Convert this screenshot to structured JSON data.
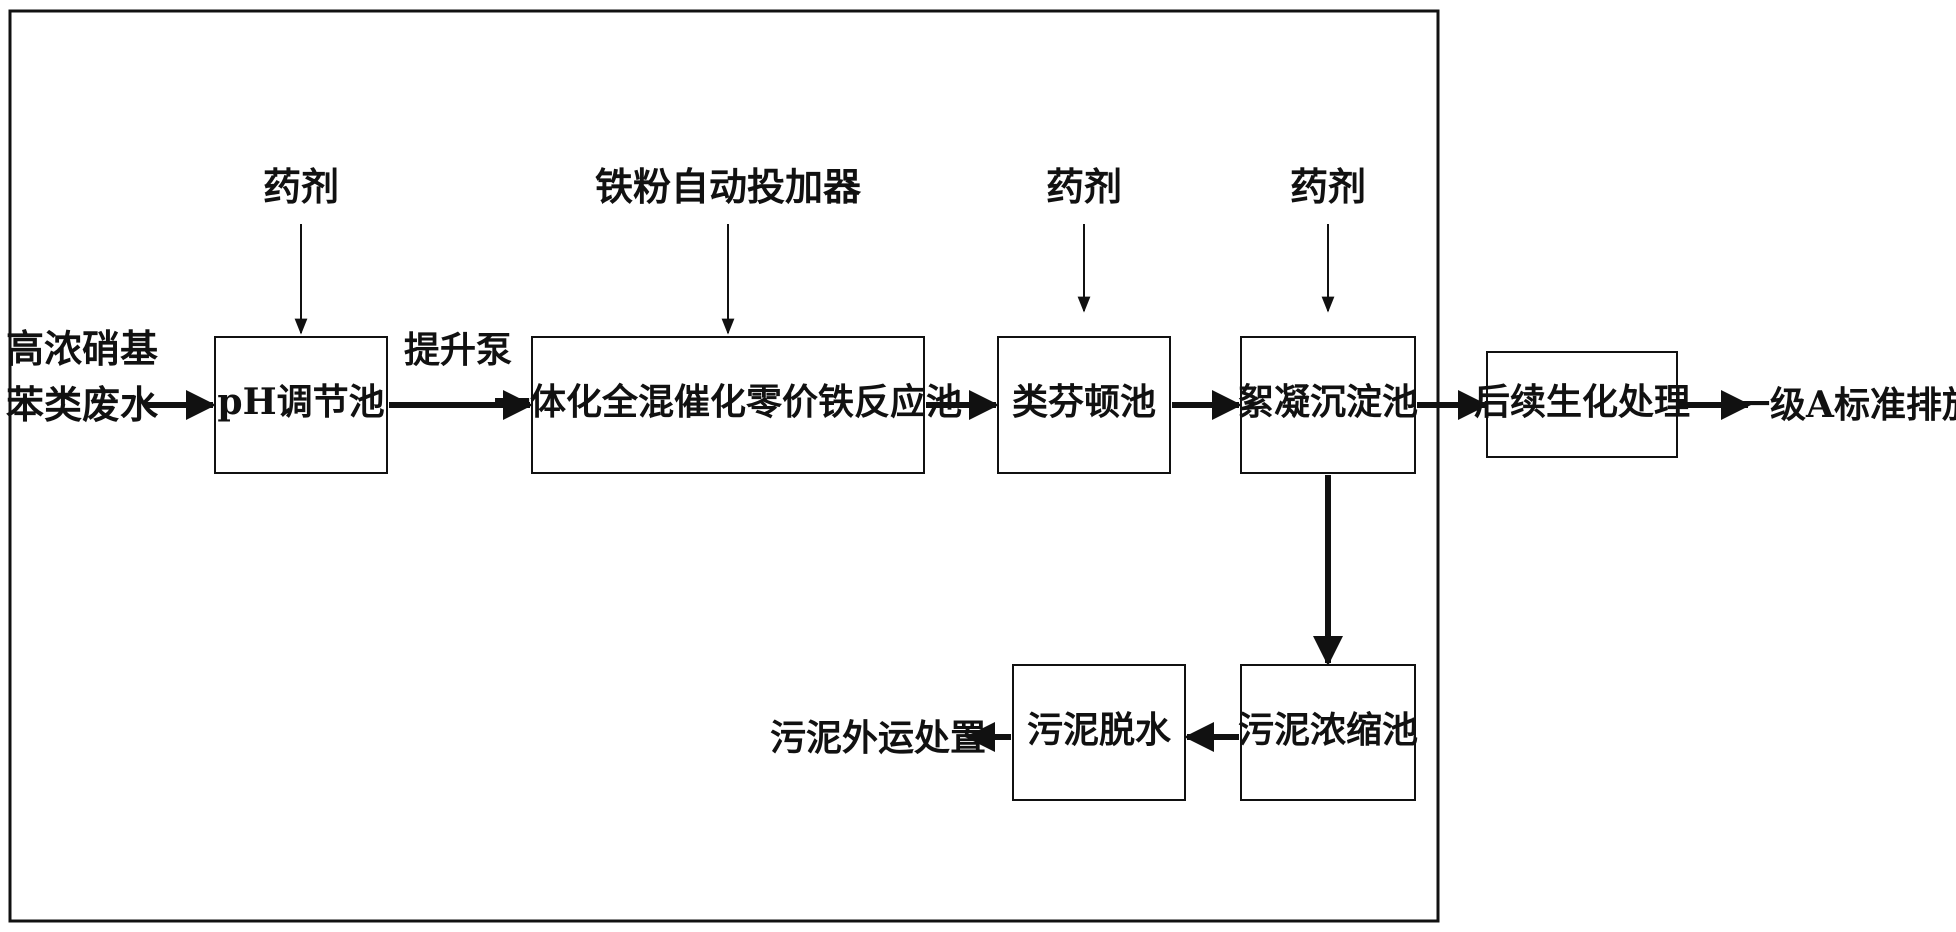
{
  "colors": {
    "ink": "#111111",
    "background": "#ffffff"
  },
  "input": {
    "line1": "高浓硝基",
    "line2": "苯类废水"
  },
  "boxes": {
    "ph_tank": "pH调节池",
    "zvi_reactor": "一体化全混催化零价铁反应池",
    "fenton_tank": "类芬顿池",
    "flocculation_tank": "絮凝沉淀池",
    "biochem": "后续生化处理",
    "sludge_thickener": "污泥浓缩池",
    "sludge_dewatering": "污泥脱水"
  },
  "labels": {
    "chemical_1": "药剂",
    "iron_feeder": "铁粉自动投加器",
    "chemical_2": "药剂",
    "chemical_3": "药剂",
    "lift_pump": "提升泵",
    "discharge": "一级A标准排放",
    "sludge_disposal": "污泥外运处置"
  }
}
